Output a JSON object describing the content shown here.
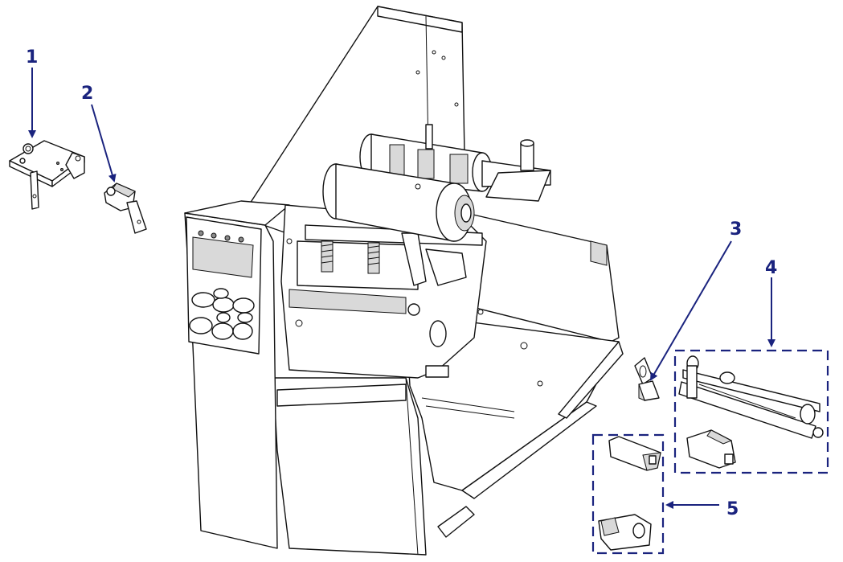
{
  "callouts": [
    {
      "id": "1",
      "label": "1"
    },
    {
      "id": "2",
      "label": "2"
    },
    {
      "id": "3",
      "label": "3"
    },
    {
      "id": "4",
      "label": "4"
    },
    {
      "id": "5",
      "label": "5"
    }
  ],
  "colors": {
    "callout": "#1a237e",
    "line": "#111111",
    "fill": "#ffffff",
    "shade": "#d9d9d9"
  }
}
